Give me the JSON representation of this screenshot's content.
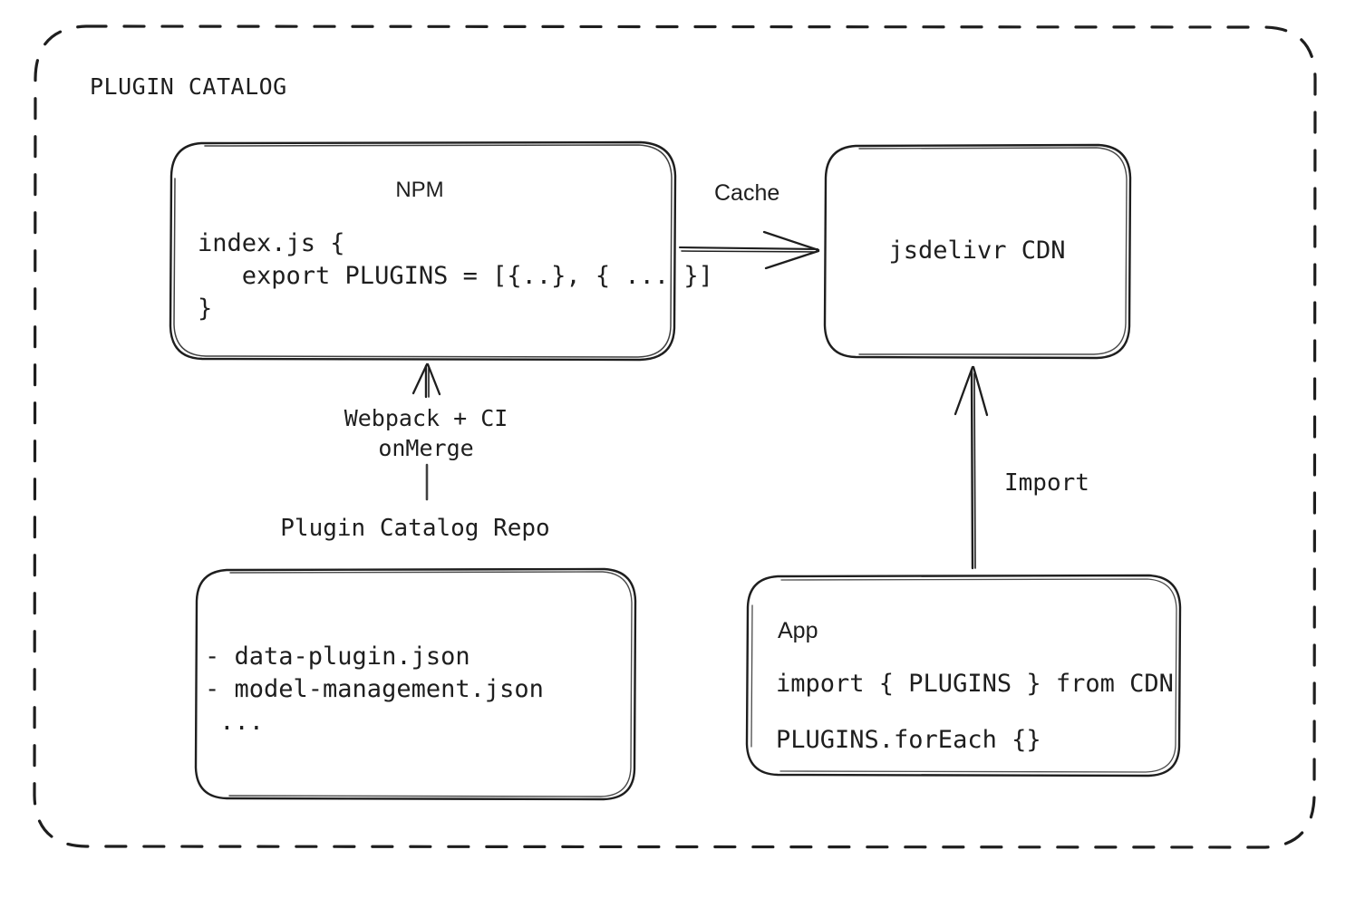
{
  "diagram": {
    "title": "PLUGIN CATALOG",
    "stroke_color": "#1e1e1e",
    "background_color": "#ffffff"
  },
  "nodes": {
    "npm": {
      "title": "NPM",
      "code_lines": [
        "index.js {",
        "   export PLUGINS = [{..}, { ... }]",
        "}"
      ],
      "code_text": "index.js {\n   export PLUGINS = [{..}, { ... }]\n}"
    },
    "cdn": {
      "title": "jsdelivr CDN"
    },
    "repo": {
      "title": "Plugin Catalog Repo",
      "items": [
        "- data-plugin.json",
        "- model-management.json",
        " ..."
      ],
      "items_text": "- data-plugin.json\n- model-management.json\n ..."
    },
    "app": {
      "title": "App",
      "code_line_1": "import { PLUGINS } from CDN",
      "code_line_2": "PLUGINS.forEach {}"
    }
  },
  "edges": {
    "cache": {
      "label": "Cache",
      "from": "npm",
      "to": "cdn",
      "direction": "right"
    },
    "build": {
      "label": "Webpack + CI\nonMerge",
      "label_line_1": "Webpack + CI",
      "label_line_2": "onMerge",
      "from": "repo",
      "to": "npm",
      "direction": "up"
    },
    "import": {
      "label": "Import",
      "from": "app",
      "to": "cdn",
      "direction": "up"
    }
  }
}
